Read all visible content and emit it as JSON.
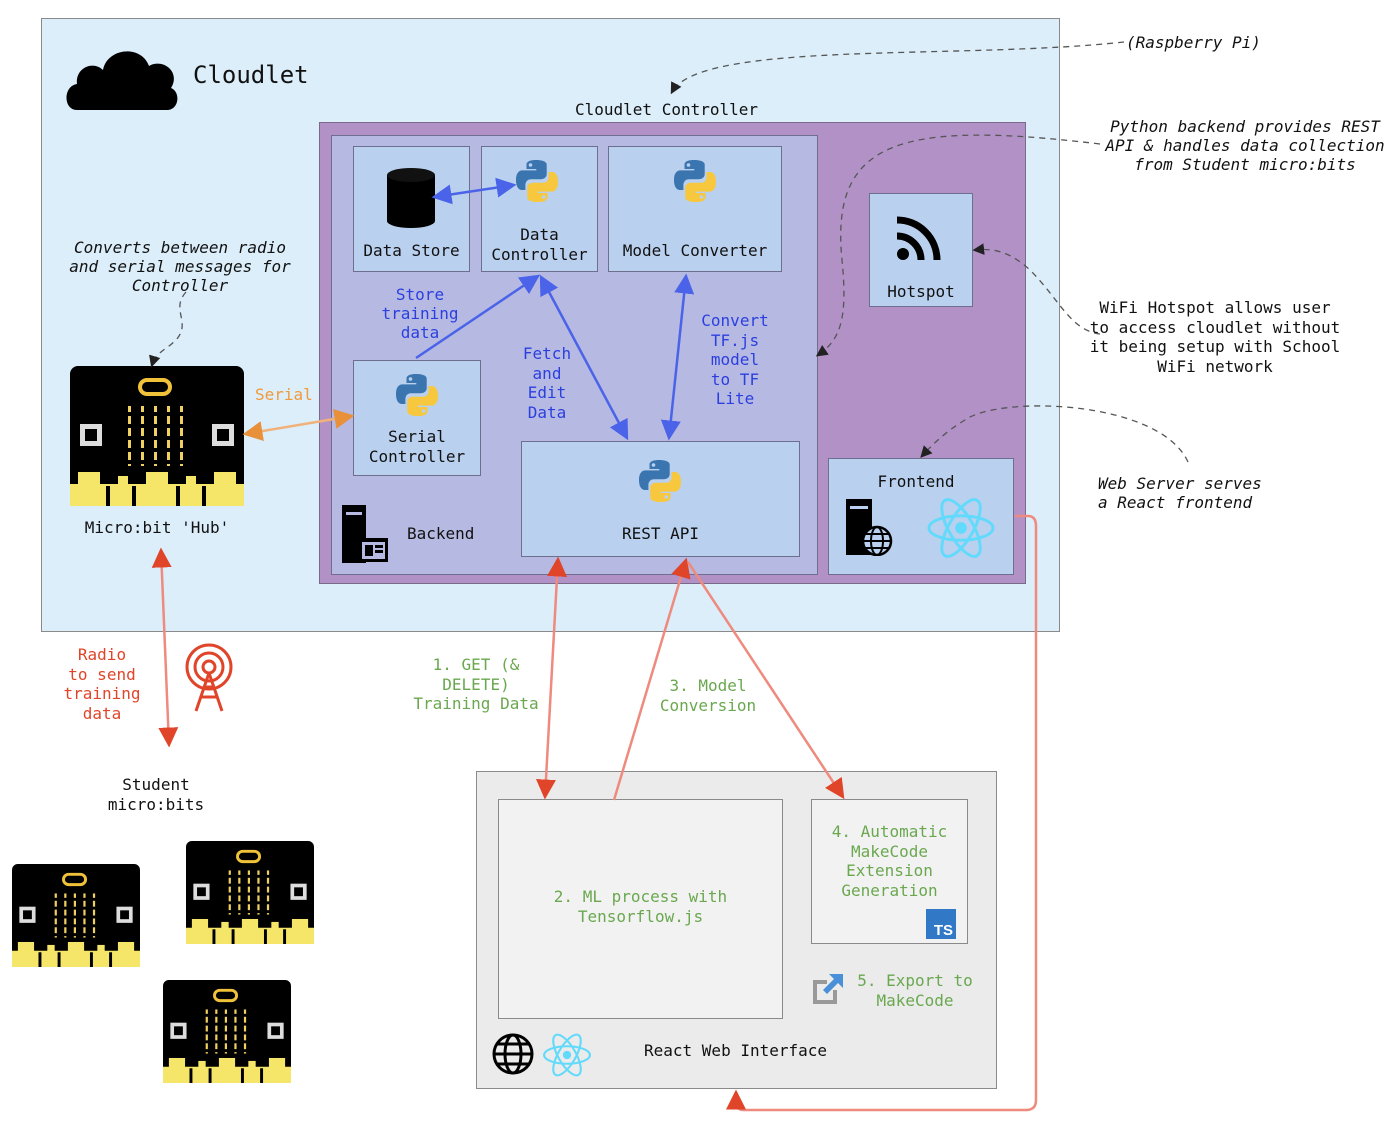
{
  "cloudlet": {
    "title": "Cloudlet",
    "controller_label": "Cloudlet Controller"
  },
  "notes": {
    "raspberry_pi": "(Raspberry Pi)",
    "python_backend": "Python backend provides REST\nAPI & handles data collection\nfrom Student micro:bits",
    "converts": "Converts between radio\nand serial messages for\nController",
    "wifi": "WiFi Hotspot allows user\nto access cloudlet without\nit being setup with School\nWiFi network",
    "web_server": "Web Server serves\na React frontend"
  },
  "components": {
    "data_store": "Data Store",
    "data_controller": "Data\nController",
    "model_converter": "Model Converter",
    "hotspot": "Hotspot",
    "serial_controller": "Serial\nController",
    "rest_api": "REST API",
    "backend": "Backend",
    "frontend": "Frontend",
    "hub": "Micro:bit 'Hub'",
    "students": "Student\nmicro:bits"
  },
  "edges": {
    "store_training": "Store\ntraining\ndata",
    "fetch_edit": "Fetch\nand\nEdit\nData",
    "convert": "Convert\nTF.js\nmodel\nto TF\nLite",
    "serial": "Serial",
    "radio": "Radio\nto send\ntraining\ndata",
    "get_delete": "1. GET (&\nDELETE)\nTraining Data",
    "model_conversion": "3. Model\nConversion"
  },
  "web": {
    "ml_process": "2. ML process with\nTensorflow.js",
    "makecode_gen": "4. Automatic\nMakeCode\nExtension\nGeneration",
    "ts_badge": "TS",
    "export": "5. Export to\nMakeCode",
    "title": "React Web Interface"
  },
  "colors": {
    "cloudlet_bg": "#dbeefa",
    "controller_bg": "#b291c6",
    "backend_bg": "#b6b9e2",
    "blue_arrow": "#4a63e8",
    "red_arrow": "#ef8a7e",
    "serial_arrow": "#f0b27a",
    "green_text": "#6aa84f",
    "ts_blue": "#3178c6",
    "react_blue": "#61dafb"
  },
  "icons": [
    "cloud-icon",
    "database-icon",
    "python-icon",
    "wifi-icon",
    "server-icon",
    "web-server-icon",
    "react-icon",
    "globe-icon",
    "radio-tower-icon",
    "microbit-icon",
    "external-link-icon",
    "typescript-icon"
  ]
}
